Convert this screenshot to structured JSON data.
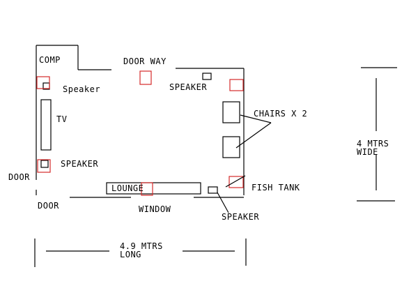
{
  "labels": {
    "comp": "COMP",
    "door_way": "DOOR WAY",
    "speaker_left_top": "Speaker",
    "speaker_top": "SPEAKER",
    "tv": "TV",
    "chairs": "CHAIRS X 2",
    "speaker_left_bottom": "SPEAKER",
    "door_left": "DOOR",
    "door_bottom": "DOOR",
    "lounge": "LOUNGE",
    "window": "WINDOW",
    "fish_tank": "FISH TANK",
    "speaker_bottom": "SPEAKER",
    "width_value": "4 MTRS",
    "width_word": "WIDE",
    "length_value": "4.9 MTRS",
    "length_word": "LONG"
  },
  "colors": {
    "outline": "#000000",
    "marker": "#d42a2a",
    "background": "#ffffff"
  }
}
